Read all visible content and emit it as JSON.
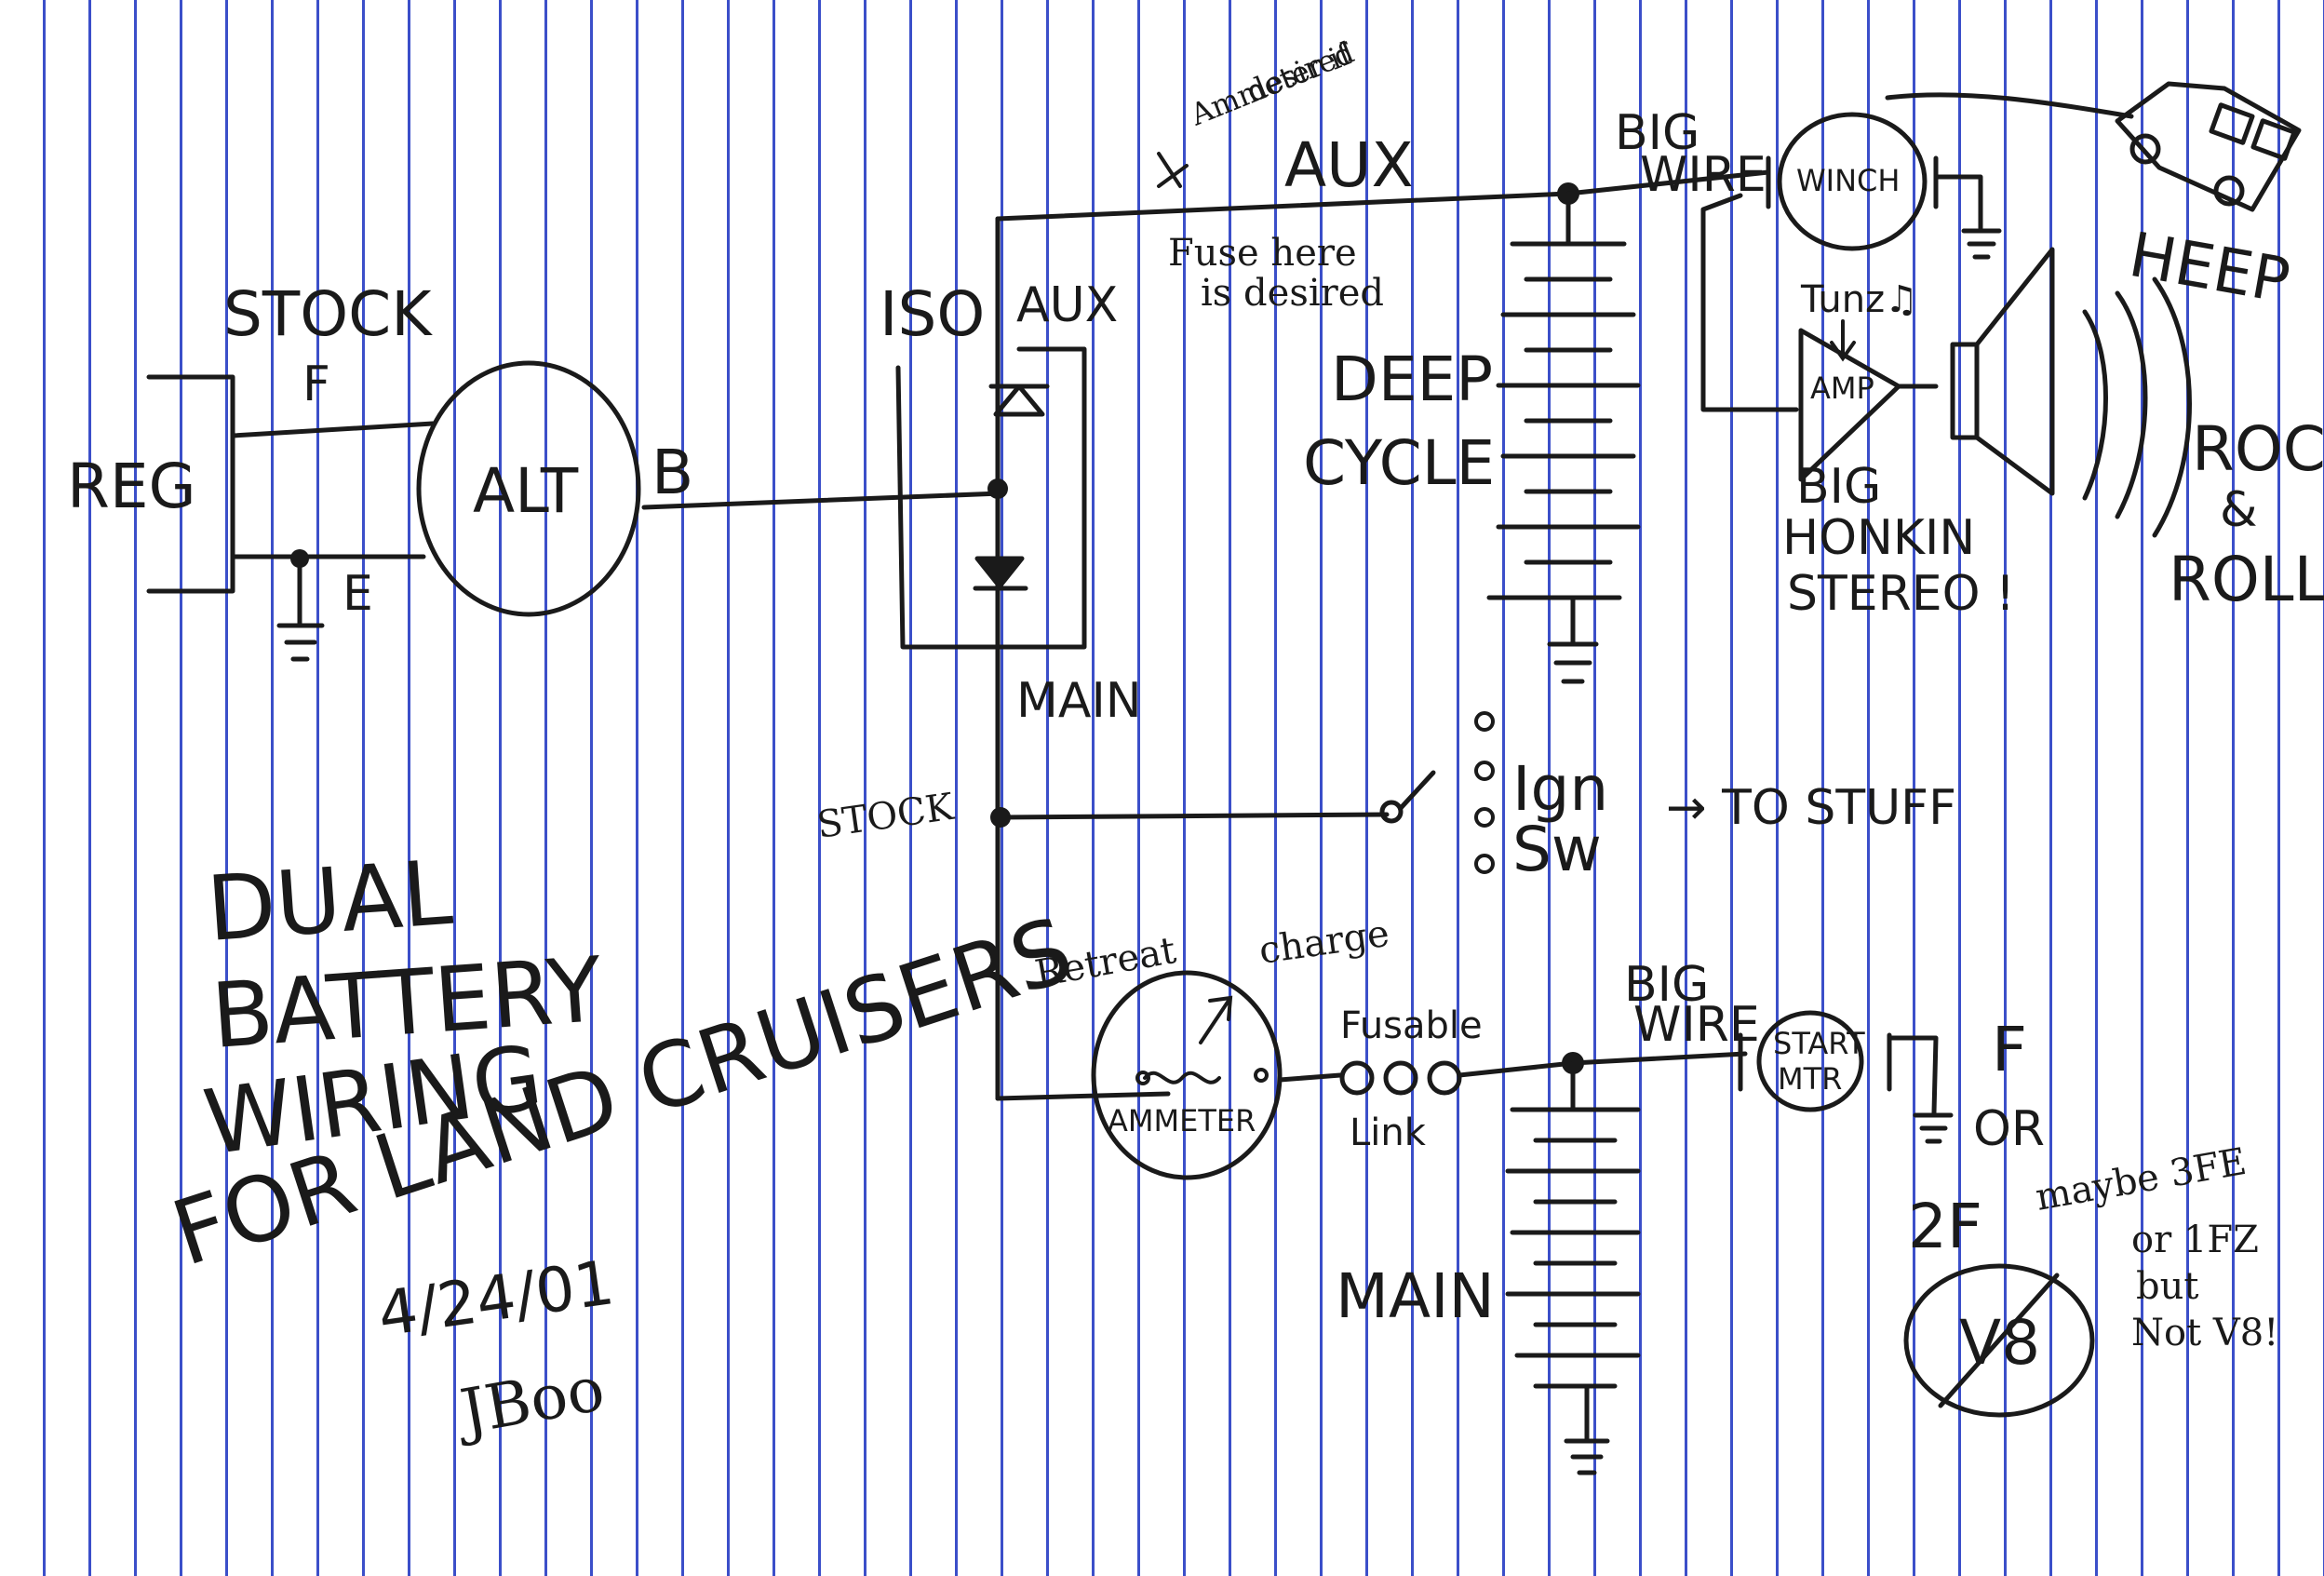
{
  "labels": {
    "reg": "REG",
    "stock_top": "STOCK",
    "f_terminal": "F",
    "e_terminal": "E",
    "alt": "ALT",
    "b_terminal": "B",
    "iso": "ISO",
    "aux_iso": "AUX",
    "main_iso": "MAIN",
    "ammeter_note_line1": "Ammeter if",
    "ammeter_note_line2": "desired",
    "aux_bus": "AUX",
    "fuse_note_line1": "Fuse here",
    "fuse_note_line2": "is desired",
    "deep_line1": "DEEP",
    "deep_line2": "CYCLE",
    "big_wire_top_1": "BIG",
    "big_wire_top_2": "WIRE",
    "winch": "WINCH",
    "heep": "HEEP",
    "tunz": "Tunz♫",
    "amp": "AMP",
    "big_honkin_1": "BIG",
    "big_honkin_2": "HONKIN",
    "big_honkin_3": "STEREO !",
    "rock_1": "ROCK",
    "rock_2": "&",
    "rock_3": "ROLL",
    "stock_mid": "STOCK",
    "ign_1": "Ign",
    "ign_2": "Sw",
    "to_stuff": "→ TO STUFF",
    "retreat": "Retreat",
    "charge": "charge",
    "ammeter": "AMMETER",
    "fusable_1": "Fusable",
    "fusable_2": "Link",
    "big_wire_bot_1": "BIG",
    "big_wire_bot_2": "WIRE",
    "start_mtr_1": "START",
    "start_mtr_2": "MTR",
    "f_right": "F",
    "or": "OR",
    "two_f": "2F",
    "maybe_1": "maybe 3FE",
    "maybe_2": "or 1FZ",
    "maybe_3": "but",
    "maybe_4": "Not V8!",
    "v8": "V8",
    "main_battery": "MAIN",
    "title_1": "DUAL",
    "title_2": "BATTERY",
    "title_3": "WIRING",
    "title_4": "FOR LAND CRUISERS",
    "date": "4/24/01",
    "signature": "JBoo"
  }
}
